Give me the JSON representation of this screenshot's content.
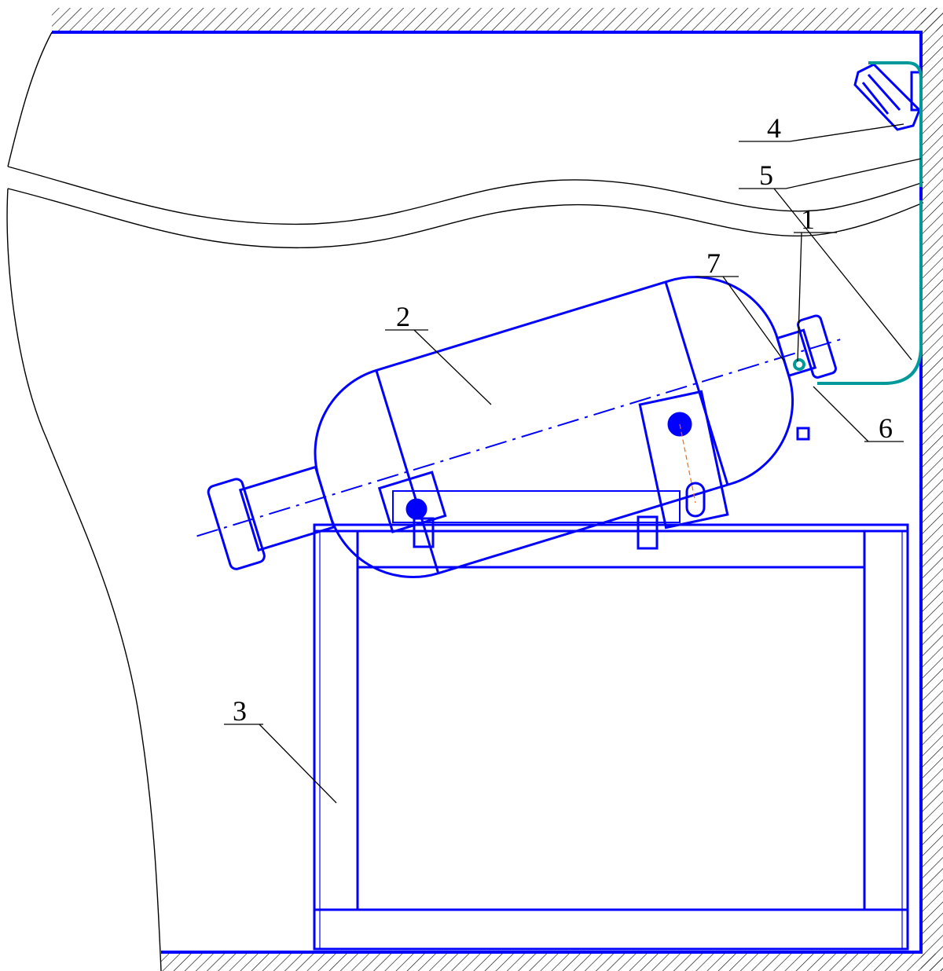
{
  "diagram": {
    "callouts": [
      {
        "id": "1",
        "label": "1"
      },
      {
        "id": "2",
        "label": "2"
      },
      {
        "id": "3",
        "label": "3"
      },
      {
        "id": "4",
        "label": "4"
      },
      {
        "id": "5",
        "label": "5"
      },
      {
        "id": "6",
        "label": "6"
      },
      {
        "id": "7",
        "label": "7"
      }
    ],
    "colors": {
      "outline": "#0000ff",
      "hose": "#009999",
      "hatch": "#000000",
      "leader": "#000000",
      "axis_mark": "#ff6600"
    }
  }
}
